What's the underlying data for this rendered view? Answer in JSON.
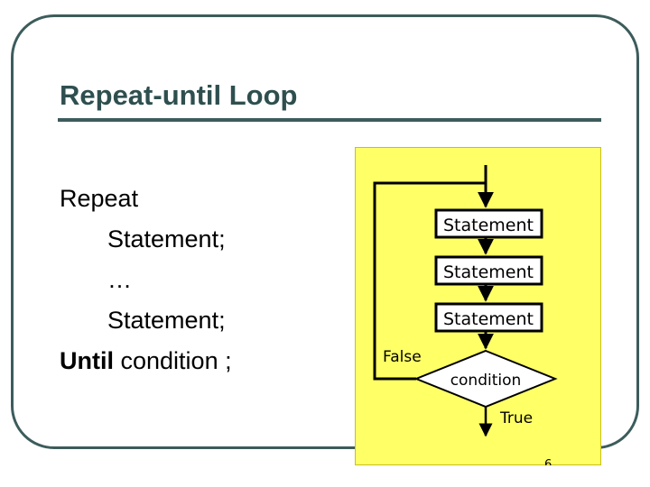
{
  "slide": {
    "title": "Repeat-until Loop",
    "page_number": "6"
  },
  "code": {
    "line_repeat": "Repeat",
    "line_statement_1": "Statement;",
    "line_ellipsis": "…",
    "line_statement_2": "Statement;",
    "until_keyword": "Until",
    "until_rest": " condition ;"
  },
  "flowchart": {
    "statements": [
      "Statement",
      "Statement",
      "Statement"
    ],
    "decision": "condition",
    "false_label": "False",
    "true_label": "True",
    "colors": {
      "panel": "#ffff66",
      "line": "#000000",
      "box": "#ffffff"
    }
  }
}
